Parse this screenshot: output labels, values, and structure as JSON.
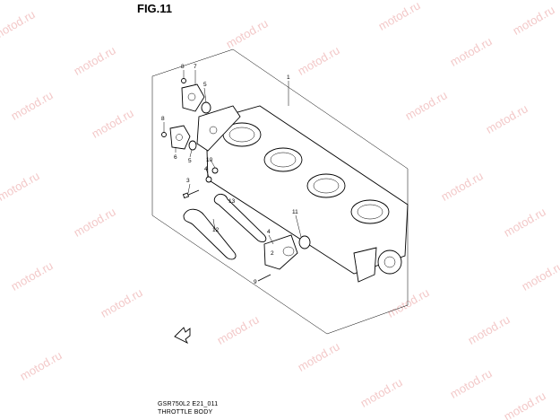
{
  "figure": {
    "title": "FIG.11",
    "model_code": "GSR750L2 E21_011",
    "caption": "THROTTLE BODY"
  },
  "watermark_text": "motod.ru",
  "callouts": [
    "1",
    "2",
    "3",
    "4",
    "5",
    "6",
    "7",
    "8",
    "9",
    "10",
    "11",
    "12",
    "13"
  ]
}
